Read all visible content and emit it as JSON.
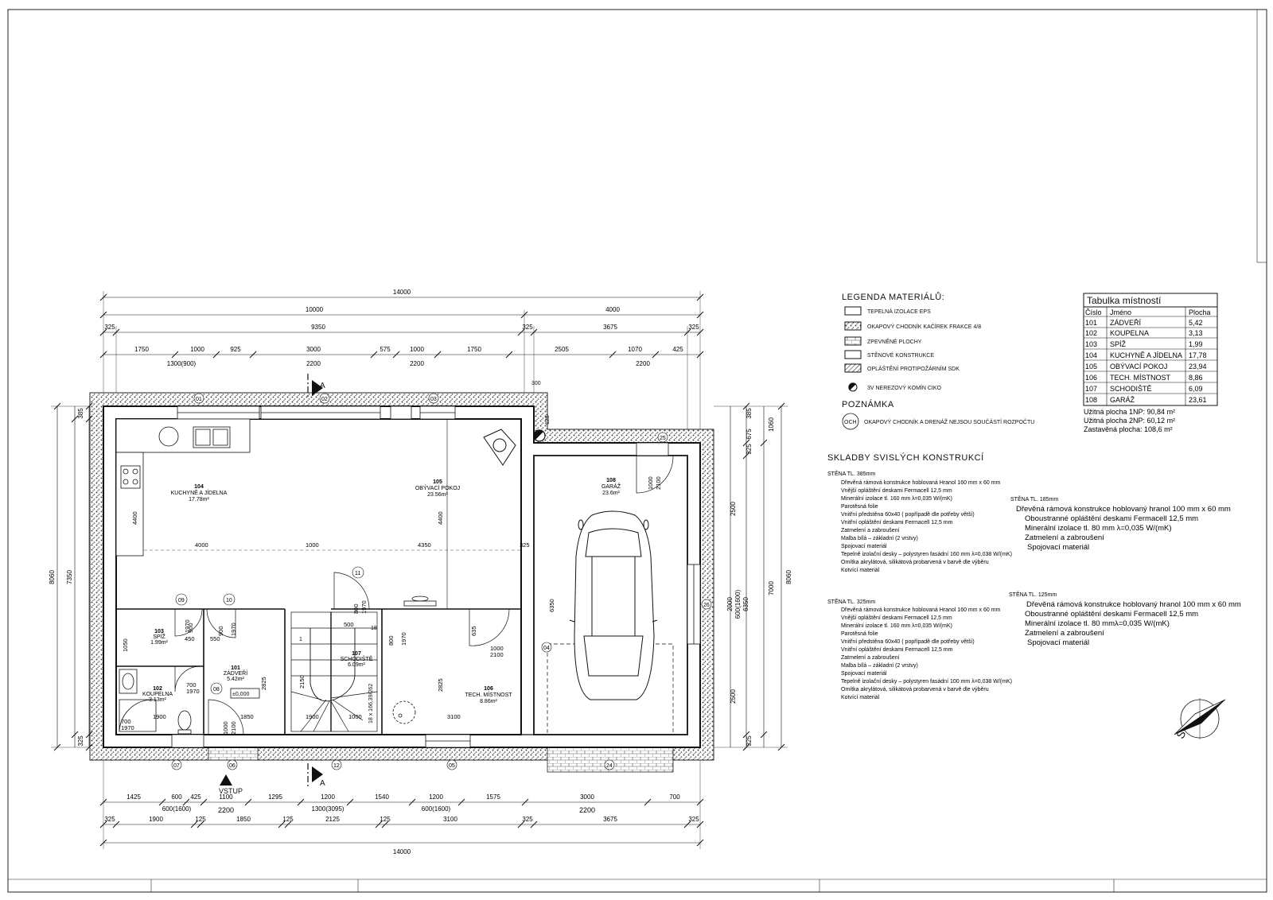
{
  "title_block": {
    "a": "",
    "b": ""
  },
  "dims": {
    "top_total": "14000",
    "top_l2": [
      "10000",
      "4000"
    ],
    "top_l3": [
      "325",
      "9350",
      "325",
      "3675",
      "325"
    ],
    "top_l4": [
      "1750",
      "1000",
      "925",
      "3000",
      "575",
      "1000",
      "1750",
      "2505",
      "1070",
      "425"
    ],
    "top_l4b": [
      "1300(900)",
      "2200",
      "2200",
      "2200"
    ],
    "bot_l1": [
      "1425",
      "600",
      "425",
      "1100",
      "1295",
      "1200",
      "1540",
      "1200",
      "1575",
      "3000",
      "700"
    ],
    "bot_l1b": [
      "600(1600)",
      "2200",
      "1300(3095)",
      "600(1600)",
      "2200"
    ],
    "bot_l2": [
      "325",
      "1900",
      "125",
      "1850",
      "125",
      "2125",
      "125",
      "3100",
      "325",
      "3675",
      "325"
    ],
    "bot_total": "14000",
    "left": [
      "8060",
      "7350",
      "385",
      "325"
    ],
    "right": [
      "8060",
      "7000",
      "385",
      "675",
      "1060",
      "325",
      "2500",
      "600(1600)",
      "2000",
      "6350",
      "2500",
      "325"
    ],
    "inner": [
      "4400",
      "4000",
      "1000",
      "4350",
      "4400",
      "325",
      "6350",
      "1000",
      "2100",
      "1000",
      "2100",
      "900",
      "1970",
      "900",
      "1970",
      "700",
      "1970",
      "1050",
      "450",
      "550",
      "2825",
      "2150",
      "1900",
      "1850",
      "1000",
      "2100",
      "2825",
      "3100",
      "1900",
      "1000",
      "800",
      "1970",
      "500",
      "800",
      "1970",
      "635",
      "700",
      "1970"
    ]
  },
  "labels": {
    "vstup": "VSTUP",
    "section_a": "A",
    "level": "±0,000",
    "stair": "18 x 166,39/262",
    "stair_start": "1",
    "stair_end": "18",
    "window_tags": [
      "01",
      "02",
      "03",
      "25",
      "26",
      "05",
      "04",
      "24",
      "12",
      "06",
      "07",
      "11",
      "09",
      "10",
      "08"
    ],
    "chimney_dim": "300",
    "chimney_tag": "125"
  },
  "rooms": [
    {
      "num": "104",
      "name": "KUCHYNĚ A JÍDELNA",
      "area": "17.78m²"
    },
    {
      "num": "105",
      "name": "OBÝVACÍ POKOJ",
      "area": "23.56m²"
    },
    {
      "num": "108",
      "name": "GARÁŽ",
      "area": "23.6m²"
    },
    {
      "num": "103",
      "name": "SPÍŽ",
      "area": "1.99m²"
    },
    {
      "num": "101",
      "name": "ZÁDVEŘÍ",
      "area": "5.42m²"
    },
    {
      "num": "102",
      "name": "KOUPELNA",
      "area": "3.13m²"
    },
    {
      "num": "107",
      "name": "SCHODIŠTĚ",
      "area": "6.09m²"
    },
    {
      "num": "106",
      "name": "TECH. MÍSTNOST",
      "area": "8.86m²"
    }
  ],
  "legend": {
    "title": "LEGENDA MATERIÁLŮ:",
    "items": [
      "TEPELNÁ IZOLACE EPS",
      "OKAPOVÝ CHODNÍK KAČÍREK FRAKCE 4/8",
      "ZPEVNĚNÉ PLOCHY",
      "STĚNOVÉ KONSTRUKCE",
      "OPLÁŠTĚNÍ PROTIPOŽÁRNÍM SDK",
      "3V NEREZOVÝ KOMÍN CIKO"
    ],
    "note_title": "POZNÁMKA",
    "note_tag": "OCH",
    "note_text": "OKAPOVÝ CHODNÍK A DRENÁŽ NEJSOU SOUČÁSTÍ ROZPOČTU"
  },
  "compositions": {
    "title": "SKLADBY SVISLÝCH KONSTRUKCÍ",
    "wall385": {
      "title": "STĚNA TL. 385mm",
      "lines": [
        "Dřevěná rámová konstrukce hoblovaná Hranol 160 mm x 60 mm",
        "Vnější opláštění deskami Fermacell 12,5 mm",
        "Minerální izolace tl. 160 mm λ=0,035 W/(mK)",
        "Parotěsná folie",
        "Vnitřní předstěna 60x40 ( popřípadě dle potřeby větší)",
        "Vnitřní opláštění deskami Fermacell 12,5 mm",
        "Zatmelení a zabroušení",
        "Malba bílá – základní (2 vrstvy)",
        "Spojovací materiál",
        "Tepelně izolační desky – polystyren fasádní 160 mm λ=0,038 W/(mK)",
        "Omítka akrylátová, silikátová probarvená v barvě dle výběru",
        "Kotvící materiál"
      ]
    },
    "wall325": {
      "title": "STĚNA TL. 325mm",
      "lines": [
        "Dřevěná rámová konstrukce hoblovaná Hranol 160 mm x 60 mm",
        "Vnější opláštění deskami Fermacell 12,5 mm",
        "Minerální izolace tl. 160 mm λ=0,035 W/(mK)",
        "Parotěsná folie",
        "Vnitřní předstěna 60x40 ( popřípadě dle potřeby větší)",
        "Vnitřní opláštění deskami Fermacell 12,5 mm",
        "Zatmelení a zabroušení",
        "Malba bílá – základní (2 vrstvy)",
        "Spojovací materiál",
        "Tepelně izolační desky – polystyren fasádní 100 mm λ=0,038 W/(mK)",
        "Omítka akrylátová, silikátová probarvená v barvě dle výběru",
        "Kotvící materiál"
      ]
    },
    "wall185": {
      "title": "STĚNA TL. 185mm",
      "lines": [
        "Dřevěná rámová konstrukce hoblovaný hranol 100 mm x 60 mm",
        "Oboustranné opláštění deskami Fermacell 12,5 mm",
        "Minerální izolace tl. 80 mm λ=0,035 W/(mK)",
        "Zatmelení a zabroušení",
        "Spojovací materiál"
      ]
    },
    "wall125": {
      "title": "STĚNA TL. 125mm",
      "lines": [
        "Dřevěná rámová konstrukce hoblovaný hranol 100 mm x 60 mm",
        "Oboustranné opláštění deskami Fermacell 12,5 mm",
        "Minerální izolace tl. 80 mmλ=0,035 W/(mK)",
        "Zatmelení a zabroušení",
        "Spojovací materiál"
      ]
    }
  },
  "room_table": {
    "title": "Tabulka místností",
    "headers": [
      "Číslo",
      "Jméno",
      "Plocha"
    ],
    "rows": [
      [
        "101",
        "ZÁDVEŘÍ",
        "5,42"
      ],
      [
        "102",
        "KOUPELNA",
        "3,13"
      ],
      [
        "103",
        "SPÍŽ",
        "1,99"
      ],
      [
        "104",
        "KUCHYNĚ A JÍDELNA",
        "17,78"
      ],
      [
        "105",
        "OBÝVACÍ POKOJ",
        "23,94"
      ],
      [
        "106",
        "TECH. MÍSTNOST",
        "8,86"
      ],
      [
        "107",
        "SCHODIŠTĚ",
        "6,09"
      ],
      [
        "108",
        "GARÁŽ",
        "23,61"
      ]
    ],
    "summary": [
      "Užitná plocha 1NP: 90,84 m²",
      "Užitná plocha 2NP: 60,12 m²",
      "Zastavěná plocha: 108,6 m²"
    ]
  },
  "north": "S"
}
